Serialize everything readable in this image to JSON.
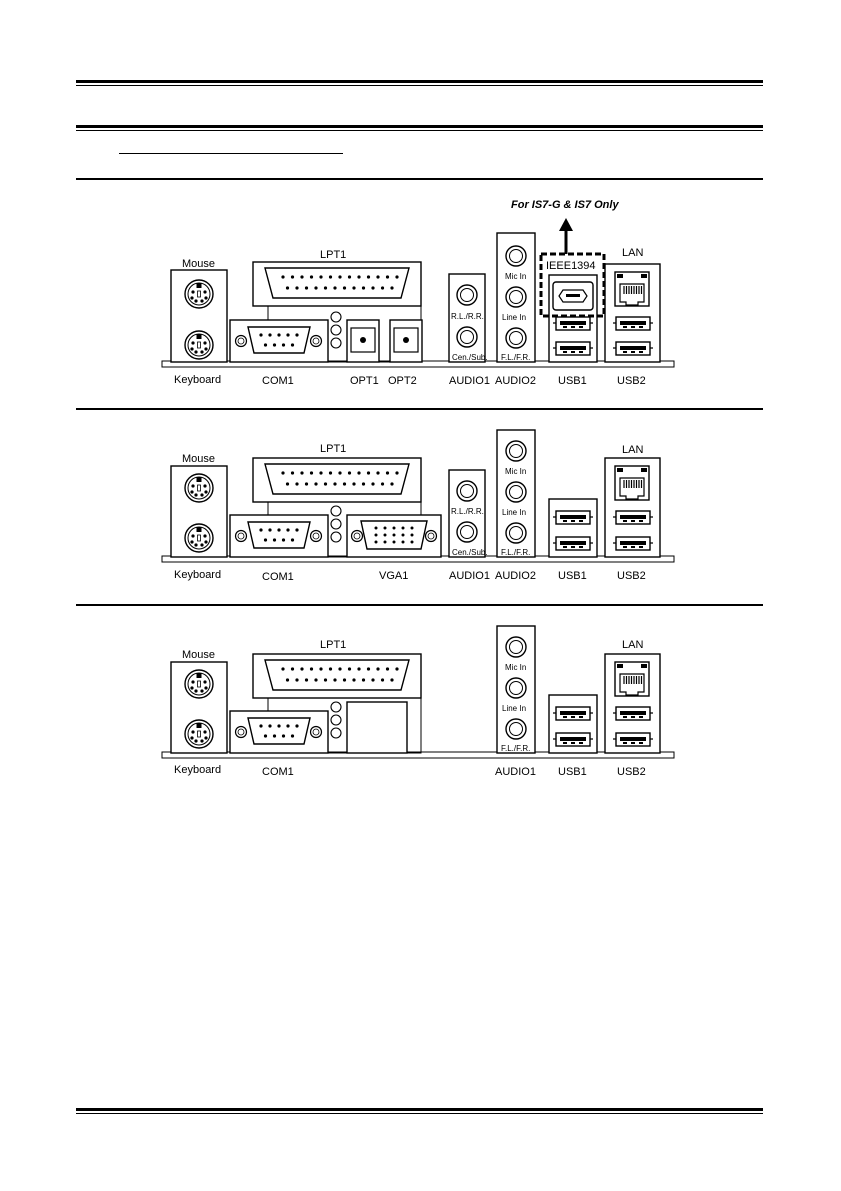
{
  "note": "For IS7-G & IS7 Only",
  "panels": [
    {
      "top": {
        "mouse": "Mouse",
        "lpt": "LPT1",
        "lan": "LAN",
        "ieee": "IEEE1394"
      },
      "jacks": [
        "R.L./R.R.",
        "Cen./Sub.",
        "Mic In",
        "Line In",
        "F.L./F.R."
      ],
      "bottom": {
        "keyboard": "Keyboard",
        "com": "COM1",
        "opt1": "OPT1",
        "opt2": "OPT2",
        "audio1": "AUDIO1",
        "audio2": "AUDIO2",
        "usb1": "USB1",
        "usb2": "USB2"
      }
    },
    {
      "top": {
        "mouse": "Mouse",
        "lpt": "LPT1",
        "lan": "LAN"
      },
      "jacks": [
        "R.L./R.R.",
        "Cen./Sub.",
        "Mic In",
        "Line In",
        "F.L./F.R."
      ],
      "bottom": {
        "keyboard": "Keyboard",
        "com": "COM1",
        "vga": "VGA1",
        "audio1": "AUDIO1",
        "audio2": "AUDIO2",
        "usb1": "USB1",
        "usb2": "USB2"
      }
    },
    {
      "top": {
        "mouse": "Mouse",
        "lpt": "LPT1",
        "lan": "LAN"
      },
      "jacks": [
        "Mic In",
        "Line In",
        "F.L./F.R."
      ],
      "bottom": {
        "keyboard": "Keyboard",
        "com": "COM1",
        "audio1": "AUDIO1",
        "usb1": "USB1",
        "usb2": "USB2"
      }
    }
  ]
}
